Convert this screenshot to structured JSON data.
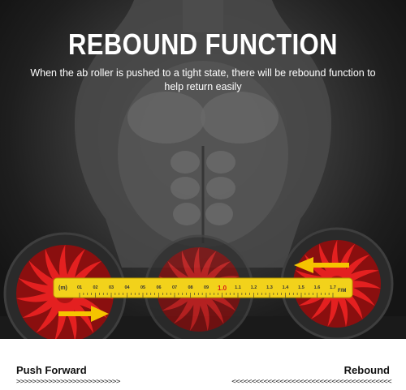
{
  "headline": "REBOUND FUNCTION",
  "subtext": {
    "line1": "When the ab roller is pushed to a tight state, there will be rebound function to",
    "line2": "help return easily"
  },
  "ruler": {
    "unit": "(m)",
    "ticks": [
      "01",
      "02",
      "03",
      "04",
      "05",
      "06",
      "07",
      "08",
      "09",
      "1.0",
      "1.1",
      "1.2",
      "1.3",
      "1.4",
      "1.5",
      "1.6",
      "1.7"
    ],
    "end_label": "F/M"
  },
  "labels": {
    "push_forward": "Push Forward",
    "rebound": "Rebound",
    "push_chevrons": ">>>>>>>>>>>>>>>>>>>>>>>>>>",
    "rebound_chevrons": "<<<<<<<<<<<<<<<<<<<<<<<<<<<<<<<<<<<<<<<<"
  },
  "colors": {
    "wheel_red": "#d61a1a",
    "tire": "#2a2a2a",
    "ruler_yellow": "#f2d21b",
    "arrow_yellow": "#f5c400"
  }
}
